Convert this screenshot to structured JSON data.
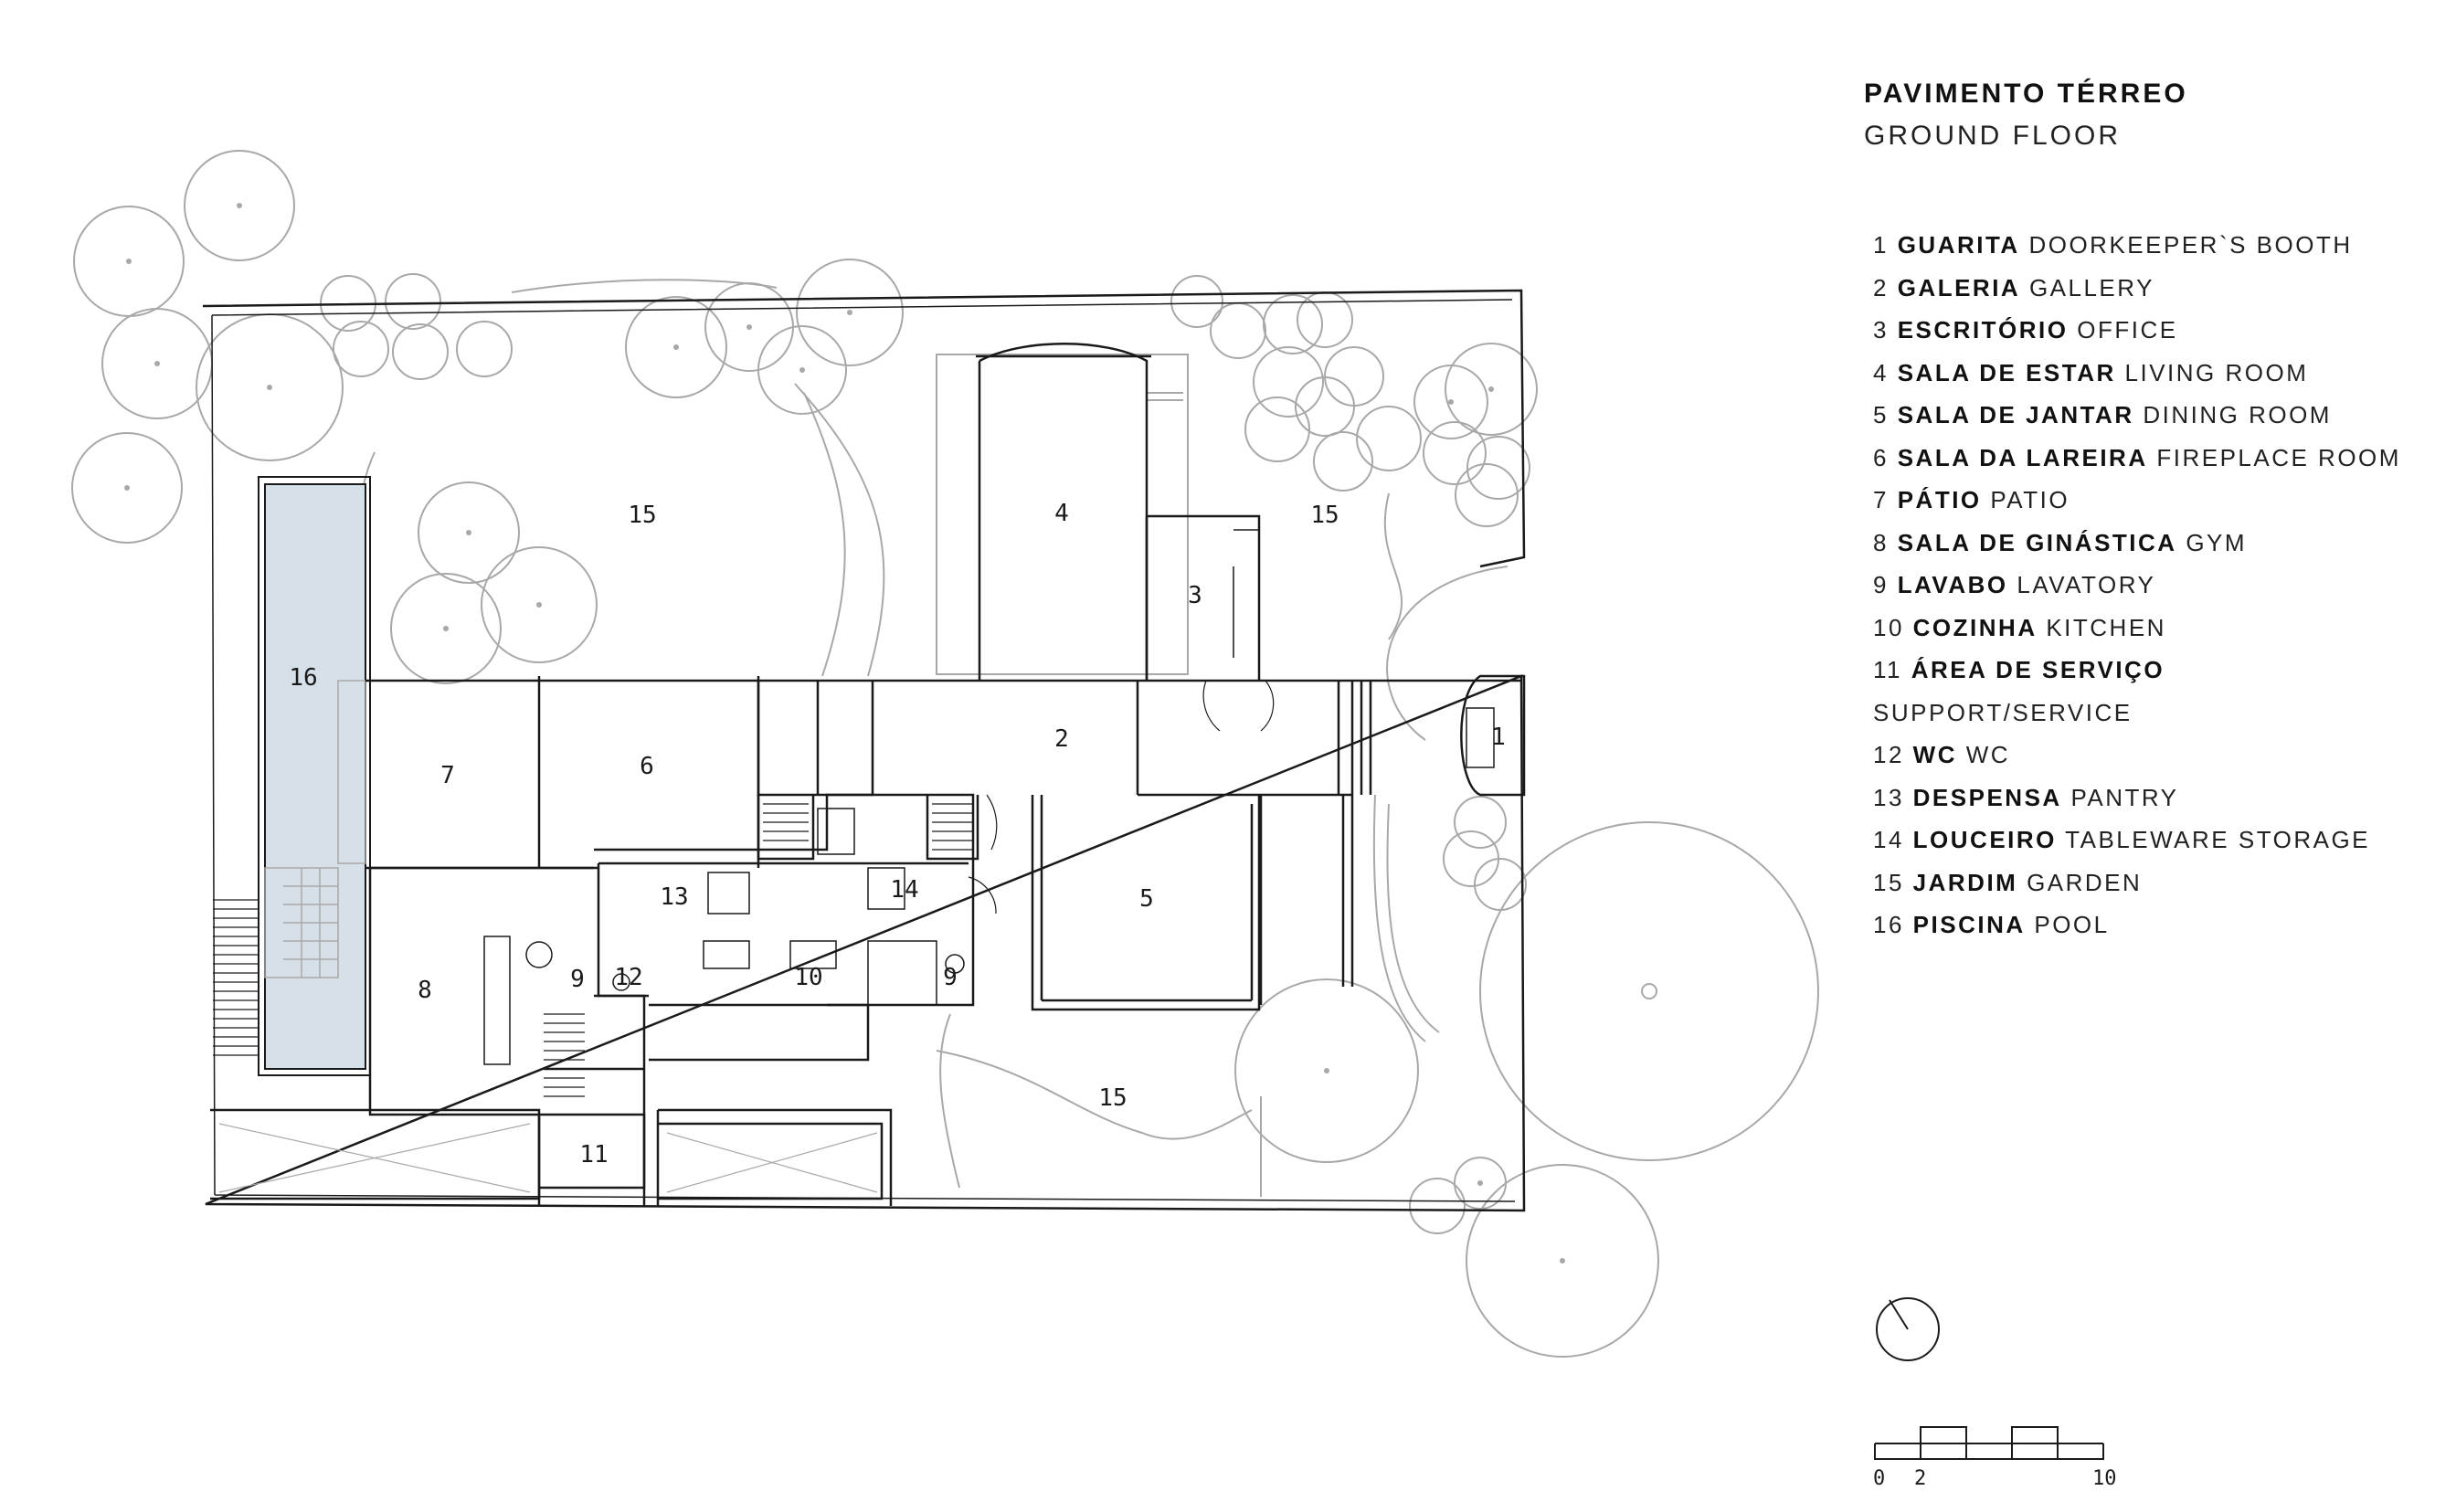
{
  "title": {
    "pt": "PAVIMENTO TÉRREO",
    "en": "GROUND FLOOR"
  },
  "legend": [
    {
      "num": "1",
      "pt": "GUARITA",
      "en": "DOORKEEPER`S BOOTH"
    },
    {
      "num": "2",
      "pt": "GALERIA",
      "en": "GALLERY"
    },
    {
      "num": "3",
      "pt": "ESCRITÓRIO",
      "en": "OFFICE"
    },
    {
      "num": "4",
      "pt": "SALA DE ESTAR",
      "en": "LIVING ROOM"
    },
    {
      "num": "5",
      "pt": "SALA DE JANTAR",
      "en": "DINING ROOM"
    },
    {
      "num": "6",
      "pt": "SALA DA LAREIRA",
      "en": "FIREPLACE ROOM"
    },
    {
      "num": "7",
      "pt": "PÁTIO",
      "en": "PATIO"
    },
    {
      "num": "8",
      "pt": "SALA DE GINÁSTICA",
      "en": "GYM"
    },
    {
      "num": "9",
      "pt": "LAVABO",
      "en": "LAVATORY"
    },
    {
      "num": "10",
      "pt": "COZINHA",
      "en": "KITCHEN"
    },
    {
      "num": "11",
      "pt": "ÁREA DE SERVIÇO",
      "en": ""
    },
    {
      "num": "",
      "pt": "",
      "en": "SUPPORT/SERVICE"
    },
    {
      "num": "12",
      "pt": "WC",
      "en": "WC"
    },
    {
      "num": "13",
      "pt": "DESPENSA",
      "en": "PANTRY"
    },
    {
      "num": "14",
      "pt": "LOUCEIRO",
      "en": "TABLEWARE STORAGE"
    },
    {
      "num": "15",
      "pt": "JARDIM",
      "en": "GARDEN"
    },
    {
      "num": "16",
      "pt": "PISCINA",
      "en": "POOL"
    }
  ],
  "plan_labels": {
    "l1": "1",
    "l2": "2",
    "l3": "3",
    "l4": "4",
    "l5": "5",
    "l6": "6",
    "l7": "7",
    "l8": "8",
    "l9a": "9",
    "l9b": "9",
    "l10": "10",
    "l11": "11",
    "l12": "12",
    "l13": "13",
    "l14": "14",
    "l15a": "15",
    "l15b": "15",
    "l15c": "15",
    "l16": "16"
  },
  "scale_bar": {
    "s0": "0",
    "s2": "2",
    "s10": "10"
  },
  "colors": {
    "pool": "#d6e0e8",
    "wall": "#1a1a1a",
    "landscape": "#a8a8a8"
  },
  "icons": {
    "north": "north-arrow-icon"
  }
}
